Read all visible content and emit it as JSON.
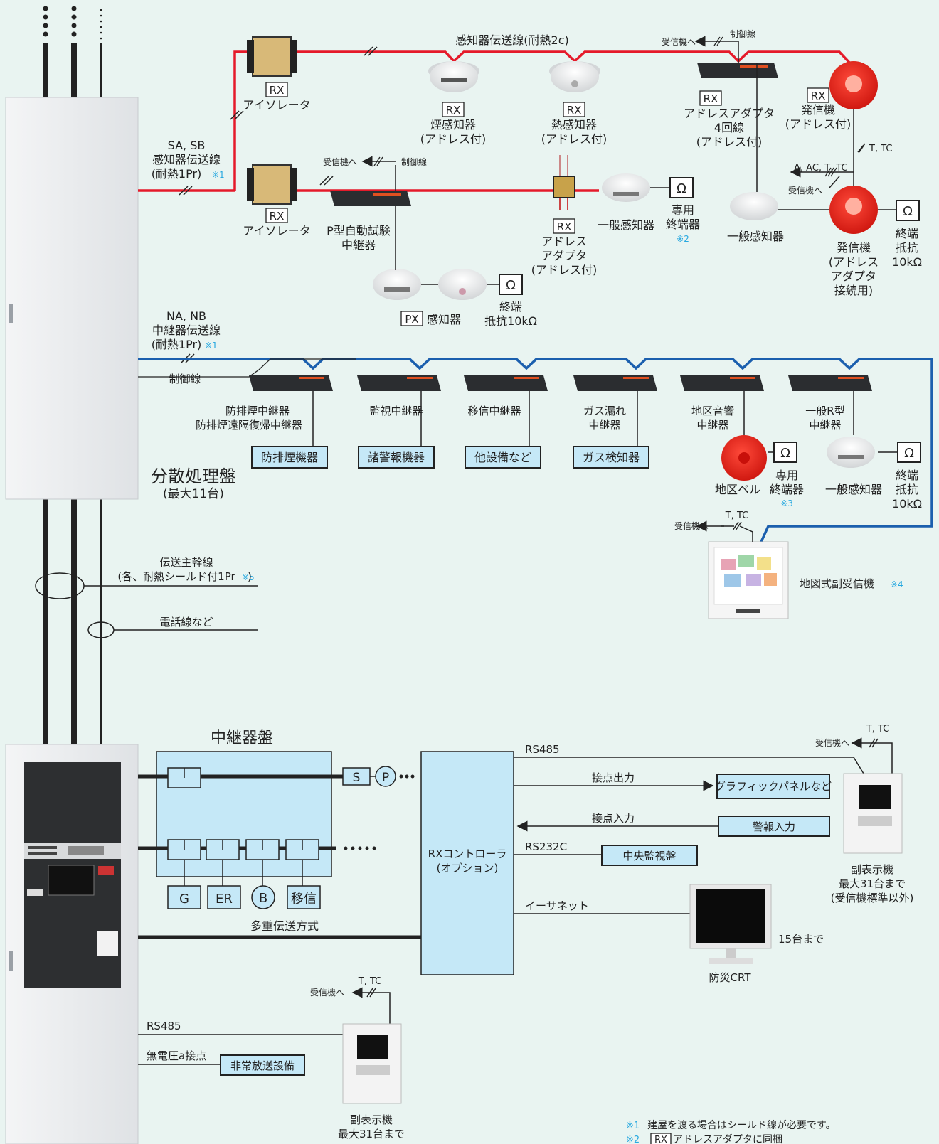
{
  "top": {
    "sensor_line": "感知器伝送線(耐熱2c)",
    "to_receiver": "受信機へ",
    "control_line": "制御線",
    "rx": "RX",
    "px": "PX",
    "isolator": "アイソレータ",
    "smoke": [
      "煙感知器",
      "(アドレス付)"
    ],
    "heat": [
      "熱感知器",
      "(アドレス付)"
    ],
    "adapter4": [
      "アドレスアダプタ",
      "4回線",
      "(アドレス付)"
    ],
    "transmitter_top": [
      "発信機",
      "(アドレス付)"
    ],
    "t_tc": "T, TC",
    "a_ac": "A, AC, T, TC",
    "sa_sb": [
      "SA, SB",
      "感知器伝送線",
      "(耐熱1Pr)"
    ],
    "note1": "※1",
    "note2": "※2",
    "note3": "※3",
    "note4": "※4",
    "note5": "※5",
    "p_test": [
      "P型自動試験",
      "中継器"
    ],
    "addr_adapter": [
      "アドレス",
      "アダプタ",
      "(アドレス付)"
    ],
    "general_detector": "一般感知器",
    "special_terminator": [
      "専用",
      "終端器"
    ],
    "transmitter2": [
      "発信機",
      "(アドレス",
      "アダプタ",
      "接続用)"
    ],
    "terminal_res": [
      "終端",
      "抵抗",
      "10kΩ"
    ],
    "px_detector": "感知器",
    "terminal_res2": [
      "終端",
      "抵抗10kΩ"
    ],
    "omega": "Ω"
  },
  "mid": {
    "na_nb": [
      "NA, NB",
      "中継器伝送線",
      "(耐熱1Pr)"
    ],
    "control_line": "制御線",
    "relays": [
      {
        "name": [
          "防排煙中継器",
          "防排煙遠隔復帰中継器"
        ],
        "box": "防排煙機器"
      },
      {
        "name": [
          "監視中継器"
        ],
        "box": "諸警報機器"
      },
      {
        "name": [
          "移信中継器"
        ],
        "box": "他設備など"
      },
      {
        "name": [
          "ガス漏れ",
          "中継器"
        ],
        "box": "ガス検知器"
      },
      {
        "name": [
          "地区音響",
          "中継器"
        ],
        "box": ""
      },
      {
        "name": [
          "一般R型",
          "中継器"
        ],
        "box": ""
      }
    ],
    "district_bell": "地区ベル",
    "panel_title": "分散処理盤",
    "panel_sub": "(最大11台)",
    "map_receiver": "地図式副受信機"
  },
  "trunk": {
    "main_line": [
      "伝送主幹線",
      "(各、耐熱シールド付1Pr"
    ],
    "tel_line": "電話線など"
  },
  "bottom": {
    "relay_panel": "中継器盤",
    "s": "S",
    "p": "P",
    "g": "G",
    "er": "ER",
    "b": "B",
    "ishin": "移信",
    "multiplex": "多重伝送方式",
    "controller": [
      "RXコントローラ",
      "(オプション)"
    ],
    "rs485": "RS485",
    "contact_out": "接点出力",
    "contact_in": "接点入力",
    "rs232c": "RS232C",
    "ethernet": "イーサネット",
    "graphic": "グラフィックパネルなど",
    "alarm_in": "警報入力",
    "central": "中央監視盤",
    "sub_display": [
      "副表示機",
      "最大31台まで",
      "(受信機標準以外)"
    ],
    "crt_count": "15台まで",
    "crt": "防災CRT",
    "no_voltage": "無電圧a接点",
    "emergency": "非常放送設備",
    "sub_display2": [
      "副表示機",
      "最大31台まで"
    ],
    "foot1": "建屋を渡る場合はシールド線が必要です。",
    "foot2": "アドレスアダプタに同梱"
  }
}
